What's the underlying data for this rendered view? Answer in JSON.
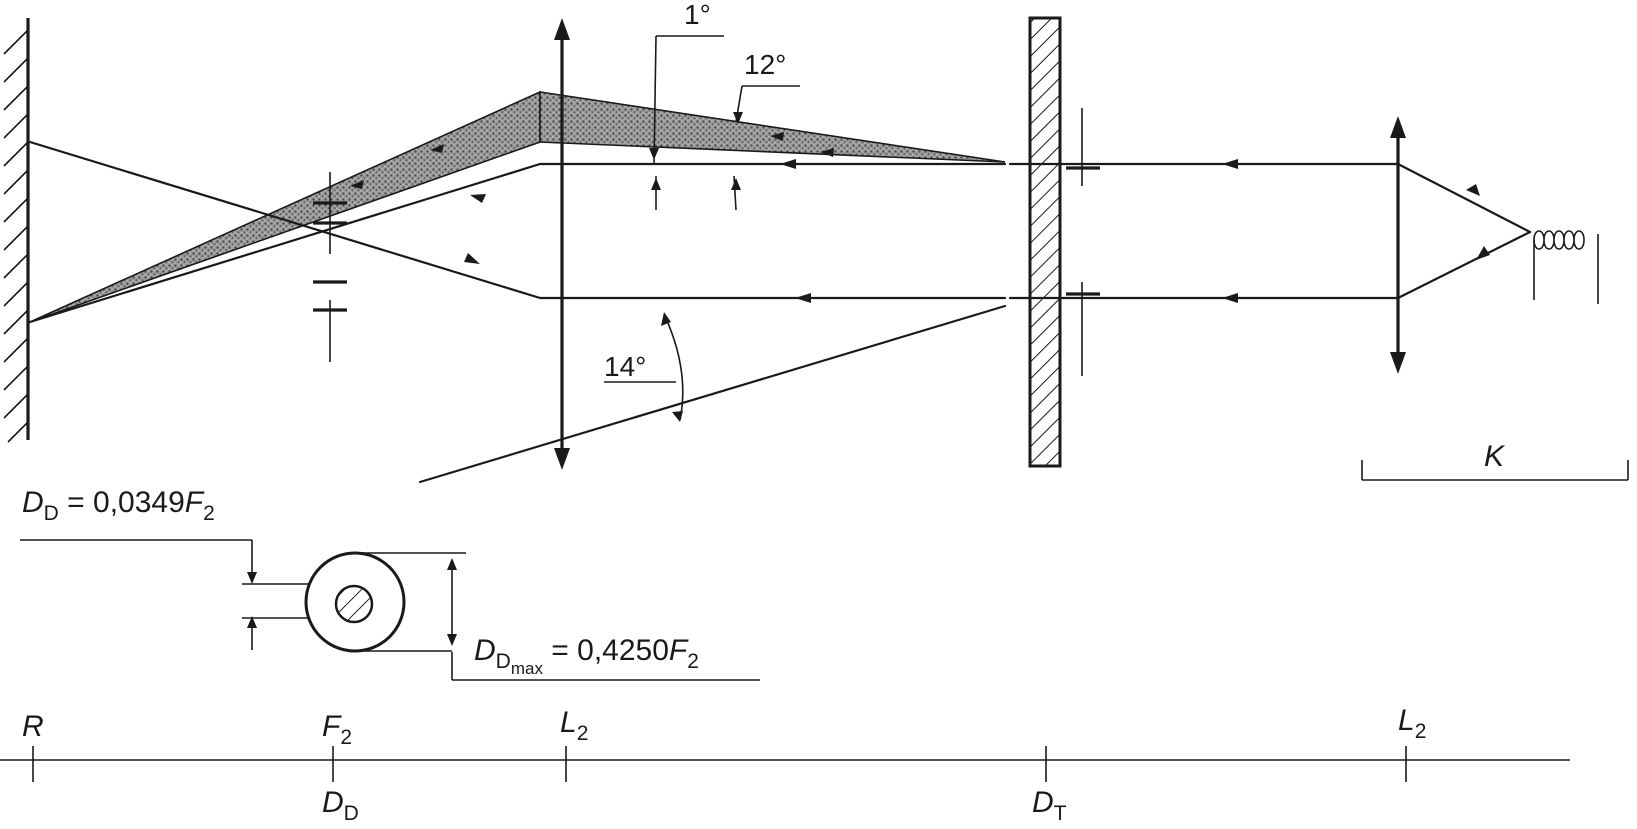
{
  "angles": {
    "a1": "1°",
    "a12": "12°",
    "a14": "14°"
  },
  "labels": {
    "K": "K",
    "R": "R",
    "F2": {
      "main": "F",
      "sub": "2"
    },
    "L2_left": {
      "main": "L",
      "sub": "2"
    },
    "L2_right": {
      "main": "L",
      "sub": "2"
    },
    "DD": {
      "main": "D",
      "sub": "D"
    },
    "DT": {
      "main": "D",
      "sub": "T"
    }
  },
  "formulas": {
    "dd": {
      "lhs": "D",
      "lhs_sub": "D",
      "eq": " = 0,0349",
      "var": "F",
      "var_sub": "2"
    },
    "ddmax": {
      "lhs": "D",
      "lhs_sub": "D",
      "lhs_subsub": "max",
      "eq": " = 0,4250",
      "var": "F",
      "var_sub": "2"
    }
  },
  "colors": {
    "ink": "#1a1a1a",
    "shade": "#8a8a8a"
  }
}
